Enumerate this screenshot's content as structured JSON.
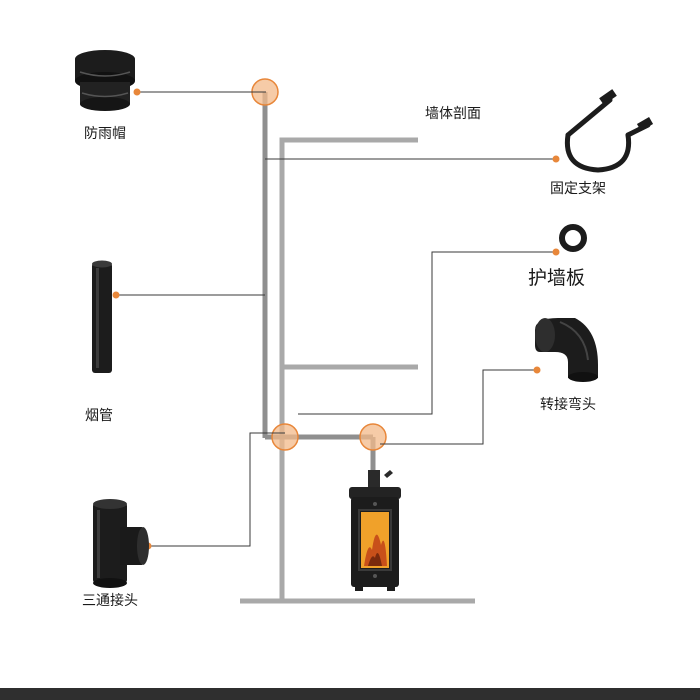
{
  "labels": {
    "rain_cap": "防雨帽",
    "wall_section": "墙体剖面",
    "fixed_bracket": "固定支架",
    "wall_plate": "护墙板",
    "elbow": "转接弯头",
    "pipe": "烟管",
    "tee": "三通接头"
  },
  "colors": {
    "wall": "#a9a9a9",
    "pipe": "#8f8f8f",
    "leader": "#3a3a3a",
    "dot": "#e8873a",
    "joint_fill": "#f3b98a",
    "component": "#1c1c1c",
    "fire": "#f0a12a",
    "bottom_bar": "#2f2f2f"
  },
  "icons": [
    "rain-cap-icon",
    "pipe-icon",
    "tee-joint-icon",
    "bracket-icon",
    "wall-plate-ring-icon",
    "elbow-icon",
    "stove-icon"
  ]
}
